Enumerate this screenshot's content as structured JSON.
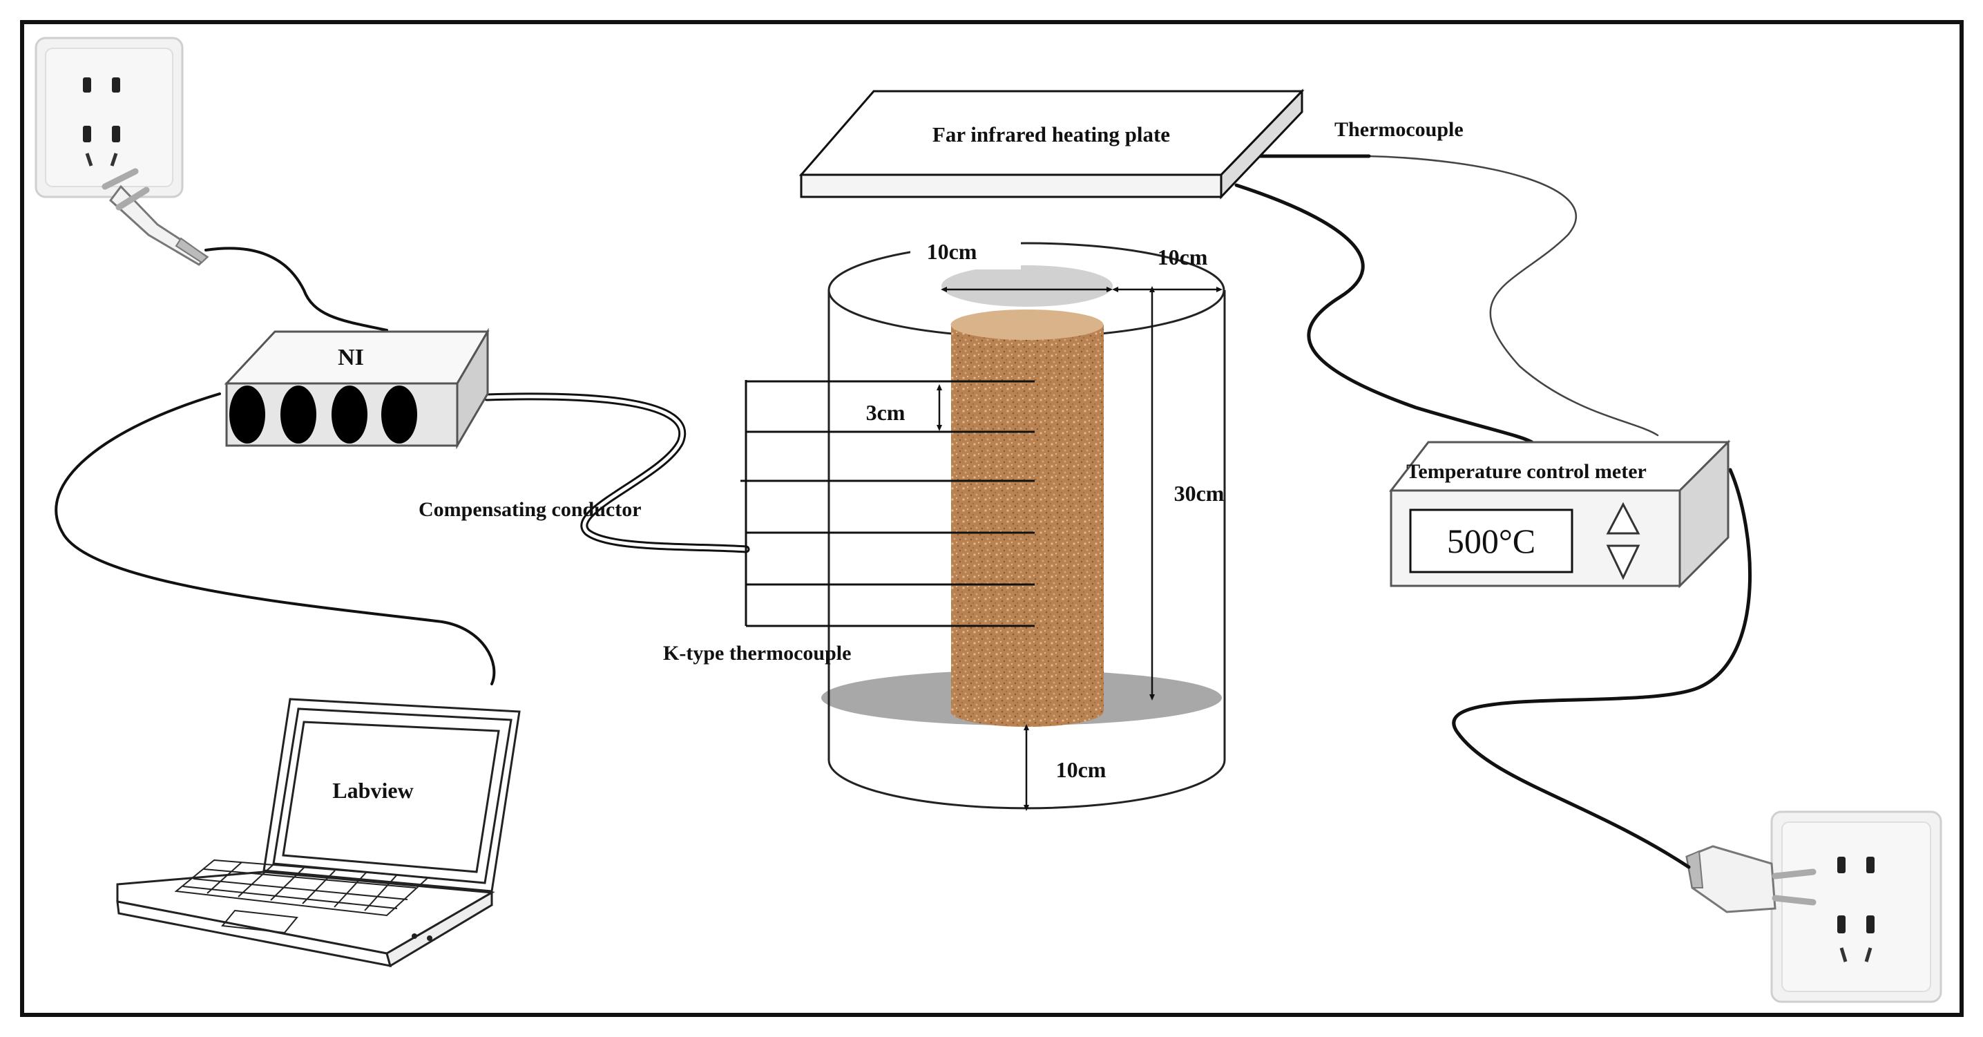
{
  "labels": {
    "heating_plate": "Far infrared heating plate",
    "thermocouple": "Thermocouple",
    "ni": "NI",
    "compensating_conductor": "Compensating conductor",
    "k_type_thermocouple": "K-type thermocouple",
    "labview": "Labview",
    "temperature_control_meter": "Temperature control meter",
    "meter_display": "500°C",
    "dim_diameter": "10cm",
    "dim_gap": "10cm",
    "dim_spacing": "3cm",
    "dim_height": "30cm",
    "dim_bottom": "10cm"
  },
  "colors": {
    "line": "#111111",
    "sample": "#b07a45",
    "sample_light": "#d4a878",
    "box_side": "#d8d8d8",
    "plate_face": "#f4f4f4",
    "socket": "#eeeeee",
    "base_disc": "#a8a8a8"
  }
}
